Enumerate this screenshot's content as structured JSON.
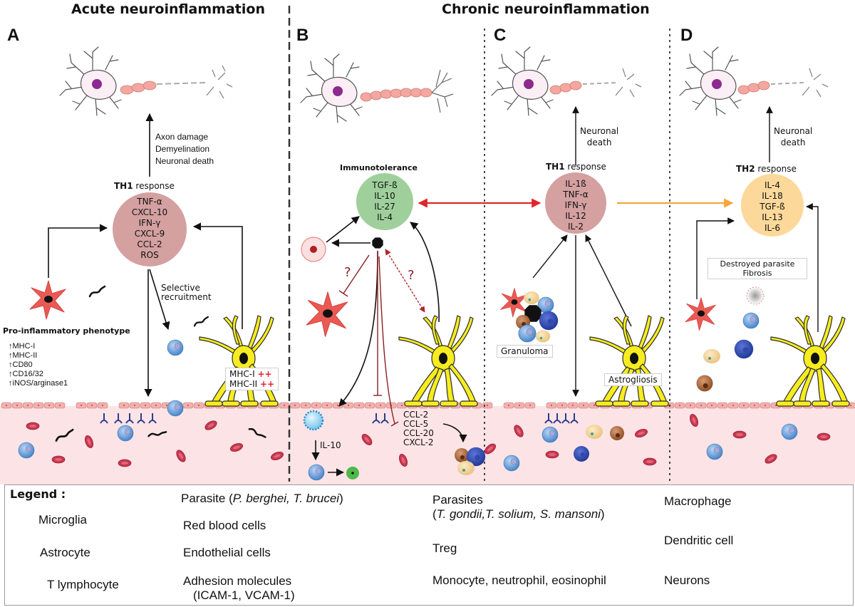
{
  "headers": {
    "acute": "Acute neuroinflammation",
    "chronic": "Chronic neuroinflammation"
  },
  "panels": {
    "A": {
      "letter": "A",
      "neuron_effects": [
        "Axon damage",
        "Demyelination",
        "Neuronal death"
      ],
      "response_bold": "TH1",
      "response_rest": " response",
      "cytokines": [
        "TNF-α",
        "CXCL-10",
        "IFN-γ",
        "CXCL-9",
        "CCL-2",
        "ROS"
      ],
      "cytokine_color": "#d4a0a0",
      "selective_recruitment": [
        "Selective",
        "recruitment"
      ],
      "phenotype_title": "Pro-inflammatory phenotype",
      "phenotype_markers": [
        "MHC-I",
        "MHC-II",
        "CD80",
        "CD16/32",
        "iNOS/arginase1"
      ],
      "astro_box": [
        {
          "label": "MHC-I",
          "mark": "++"
        },
        {
          "label": "MHC-II",
          "mark": "++"
        }
      ]
    },
    "B": {
      "letter": "B",
      "title": "Immunotolerance",
      "cytokines": [
        "TGF-ß",
        "IL-10",
        "IL-27",
        "IL-4"
      ],
      "cytokine_color": "#9fd09c",
      "question_marks": [
        "?",
        "?"
      ],
      "il10_label": "IL-10",
      "chemokines": [
        "CCL-2",
        "CCL-5",
        "CCL-20",
        "CXCL-2"
      ]
    },
    "C": {
      "letter": "C",
      "neuron_effects": [
        "Neuronal",
        "death"
      ],
      "response_bold": "TH1",
      "response_rest": " response",
      "cytokines": [
        "IL-1ß",
        "TNF-α",
        "IFN-γ",
        "IL-12",
        "IL-2"
      ],
      "cytokine_color": "#d4a0a0",
      "granuloma_label": "Granuloma",
      "astrogliosis_label": "Astrogliosis"
    },
    "D": {
      "letter": "D",
      "neuron_effects": [
        "Neuronal",
        "death"
      ],
      "response_bold": "TH2",
      "response_rest": " response",
      "cytokines": [
        "IL-4",
        "IL-18",
        "TGF-ß",
        "IL-13",
        "IL-6"
      ],
      "cytokine_color": "#fcd99a",
      "destroyed_label": [
        "Destroyed parasite",
        "Fibrosis"
      ]
    }
  },
  "arrows": {
    "b_c_color": "#e0262a",
    "c_d_color": "#f5a53a"
  },
  "legend": {
    "title": "Legend :",
    "items": {
      "microglia": "Microglia",
      "astrocyte": "Astrocyte",
      "t_lymphocyte": "T lymphocyte",
      "parasite_prefix": "Parasite (",
      "parasite_species": "P. berghei, T. brucei",
      "parasite_suffix": ")",
      "rbc": "Red blood cells",
      "endothelial": "Endothelial cells",
      "adhesion_1": "Adhesion molecules",
      "adhesion_2": "(ICAM-1, VCAM-1)",
      "parasites2_1": "Parasites",
      "parasites2_species": "T. gondii,T. solium, S. mansoni",
      "treg": "Treg",
      "myeloid": "Monocyte, neutrophil, eosinophil",
      "macrophage": "Macrophage",
      "dendritic": "Dendritic cell",
      "neurons": "Neurons"
    }
  },
  "colors": {
    "vessel": "#fce4e6",
    "endothelium": "#f2b0ae",
    "rbc": "#c8384f",
    "microglia": "#ea5a55",
    "astrocyte": "#f6ec1f",
    "t_cell": "#5b95d6",
    "neuron_myelin": "#f3a7a0",
    "neuron_nucleus": "#8b2b8e"
  }
}
